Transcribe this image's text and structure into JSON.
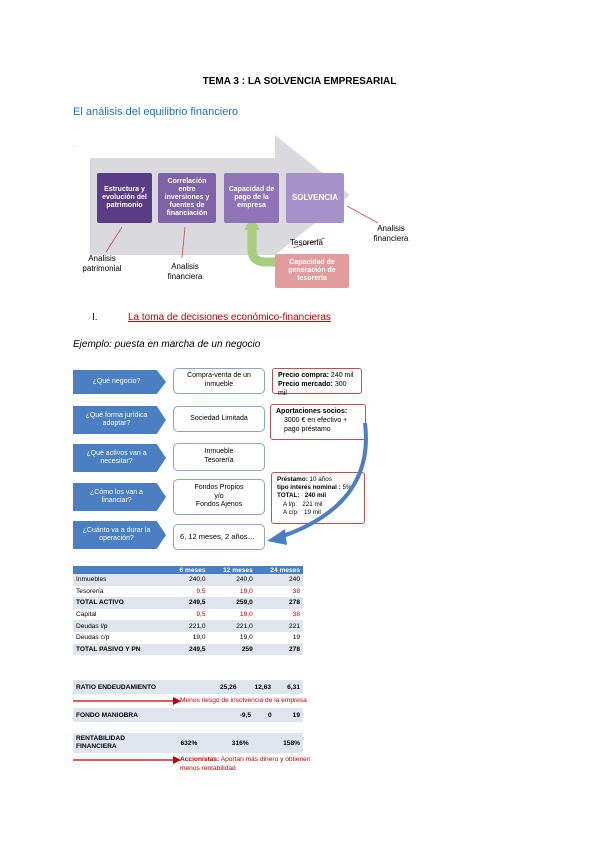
{
  "header": {
    "title": "TEMA 3 : LA SOLVENCIA EMPRESARIAL"
  },
  "section_heading": "El análisis del equilibrio financiero",
  "bullet_dot": ".",
  "diagram": {
    "boxes": [
      "Estructura y evolución del patrimonio",
      "Correlación entre inversiones y fuentes de financiación",
      "Capacidad de pago de la empresa",
      "SOLVENCIA"
    ],
    "generation_box": "Capacidad de generación de tesorería",
    "tesoreria_label": "Tesoreria",
    "labels": {
      "patrimonial": "Analisis patrimonial",
      "financiera_left": "Analisis financiera",
      "financiera_right": "Analisis financiera"
    },
    "colors": {
      "box1": "#5b3d86",
      "box2": "#7f63a8",
      "box3": "#8f75b8",
      "solvencia": "#a692c8",
      "arrow": "#d9d9de",
      "generation": "#e39c9c",
      "loop": "#a5cf7e"
    }
  },
  "section": {
    "number": "I.",
    "title": "La toma de decisiones económico-financieras"
  },
  "example_title": "Ejemplo: puesta en marcha de un negocio",
  "questions": [
    "¿Qué negocio?",
    "¿Qué forma jurídica adoptar?",
    "¿Qué activos van a necesitar?",
    "¿Cómo los van a financiar?",
    "¿Cuánto va a durar la operación?"
  ],
  "answers": [
    "Compra-venta de un inmueble",
    "Sociedad  Limitada",
    "Inmueble\nTesorería",
    "Fondos Propios\ny/o\nFondos Ajenos",
    "6, 12 meses, 2 años…"
  ],
  "price_box": {
    "compra_label": "Precio compra:",
    "compra_value": "240 mil",
    "mercado_label": "Precio mercado:",
    "mercado_value": "300 mil"
  },
  "aportaciones_box": {
    "title": "Aportaciones socios:",
    "text": "3000 € en efectivo +\npago préstamo"
  },
  "prestamo_box": {
    "l1_label": "Préstamo:",
    "l1_value": "10 años",
    "l2_label": "tipo interés nominal :",
    "l2_value": "5%",
    "l3_label": "TOTAL:",
    "l3_value": "240 mil",
    "l4_label": "A l/p:",
    "l4_value": "221 mil",
    "l5_label": "A c/p:",
    "l5_value": "19 mil"
  },
  "table": {
    "headers": [
      "",
      "6 meses",
      "12 meses",
      "24 meses"
    ],
    "rows": [
      {
        "label": "Inmuebles",
        "values": [
          "240,0",
          "240,0",
          "240"
        ]
      },
      {
        "label": "Tesorería",
        "values": [
          "9,5",
          "19,0",
          "38"
        ]
      },
      {
        "label": "TOTAL ACTIVO",
        "values": [
          "249,5",
          "259,0",
          "278"
        ]
      },
      {
        "label": "Capital",
        "values": [
          "9,5",
          "19,0",
          "38"
        ]
      },
      {
        "label": "Deudas l/p",
        "values": [
          "221,0",
          "221,0",
          "221"
        ]
      },
      {
        "label": "Deudas c/p",
        "values": [
          "19,0",
          "19,0",
          "19"
        ]
      },
      {
        "label": "TOTAL PASIVO Y PN",
        "values": [
          "249,5",
          "259",
          "278"
        ]
      }
    ]
  },
  "ratios": [
    {
      "label": "RATIO ENDEUDAMIENTO",
      "values": [
        "25,26",
        "12,63",
        "6,31"
      ]
    },
    {
      "label": "FONDO MANIOBRA",
      "values": [
        "-9,5",
        "0",
        "19"
      ]
    },
    {
      "label": "RENTABILIDAD FINANCIERA",
      "values": [
        "632%",
        "316%",
        "158%"
      ]
    }
  ],
  "notes": {
    "insolvencia": "Menos riesgo de insolvencia de la empresa",
    "accionistas_label": "Accionistas:",
    "accionistas_text": "Aportan más dinero y obtienen menos rentabilidad"
  }
}
